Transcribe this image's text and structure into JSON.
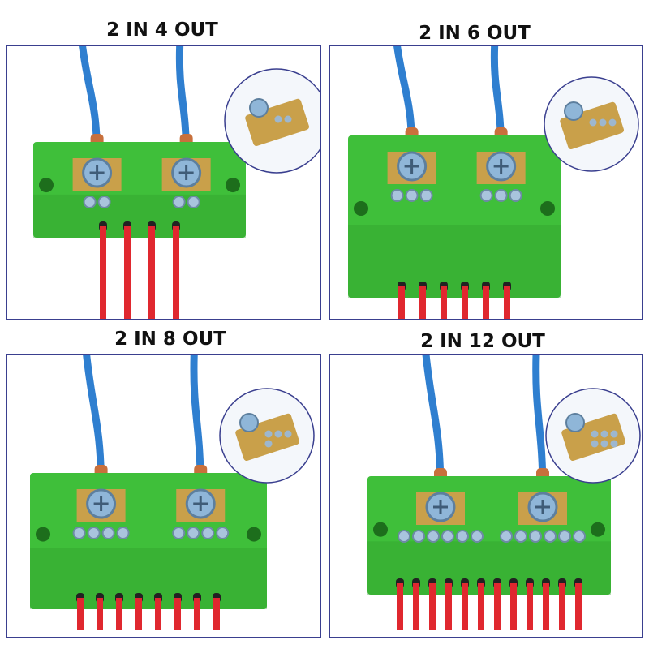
{
  "panels": [
    {
      "title": "2 IN 4 OUT",
      "outputs": 4,
      "groups": 2
    },
    {
      "title": "2 IN 6 OUT",
      "outputs": 6,
      "groups": 2
    },
    {
      "title": "2 IN 8 OUT",
      "outputs": 8,
      "groups": 2
    },
    {
      "title": "2 IN 12 OUT",
      "outputs": 12,
      "groups": 2
    }
  ],
  "colors": {
    "panel_border": "#3a3f8f",
    "housing_green": "#3fbf3a",
    "housing_dark": "#2e9a2c",
    "input_wire": "#2f7fd0",
    "output_wire": "#e0282f",
    "brass": "#c9a04a",
    "copper_lug": "#c8703c"
  }
}
